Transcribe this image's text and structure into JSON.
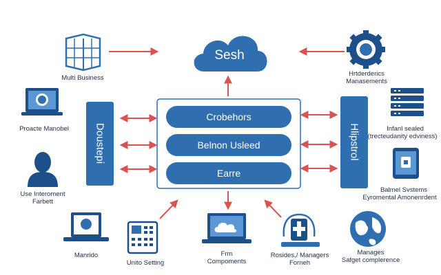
{
  "cloud": {
    "label": "Sesh"
  },
  "core": {
    "items": [
      {
        "label": "Crobehors"
      },
      {
        "label": "Belnon Usleed"
      },
      {
        "label": "Earre"
      }
    ]
  },
  "left_bar": {
    "label": "Doustepi"
  },
  "right_bar": {
    "label": "Hlipstrol"
  },
  "nodes": {
    "multi_business": {
      "label": "Multi Business"
    },
    "proacte_manobel": {
      "label": "Proacte Manobel"
    },
    "user": {
      "line1": "Use Interoment",
      "line2": "Farbett"
    },
    "mansido": {
      "label": "Manrido"
    },
    "unito_setting": {
      "label": "Unito Setting"
    },
    "components": {
      "line1": "Frm",
      "line2": "Compoments"
    },
    "rosides": {
      "line1": "Rosides,/ Managers",
      "line2": "Forneh"
    },
    "manages": {
      "line1": "Manages",
      "line2": "Safget complerence"
    },
    "services_management": {
      "line1": "Hrtderderics",
      "line2": "Manasements"
    },
    "server": {
      "line1": "Infanl sealed",
      "line2": "(trecteudanity edviness)"
    },
    "balmed": {
      "line1": "Balmel Svstems",
      "line2": "Eyromental Amonenrdent"
    }
  },
  "colors": {
    "primary": "#2f6fb0",
    "dark": "#1d4f8a",
    "arrow": "#d9534f",
    "text": "#1f2d4a"
  }
}
